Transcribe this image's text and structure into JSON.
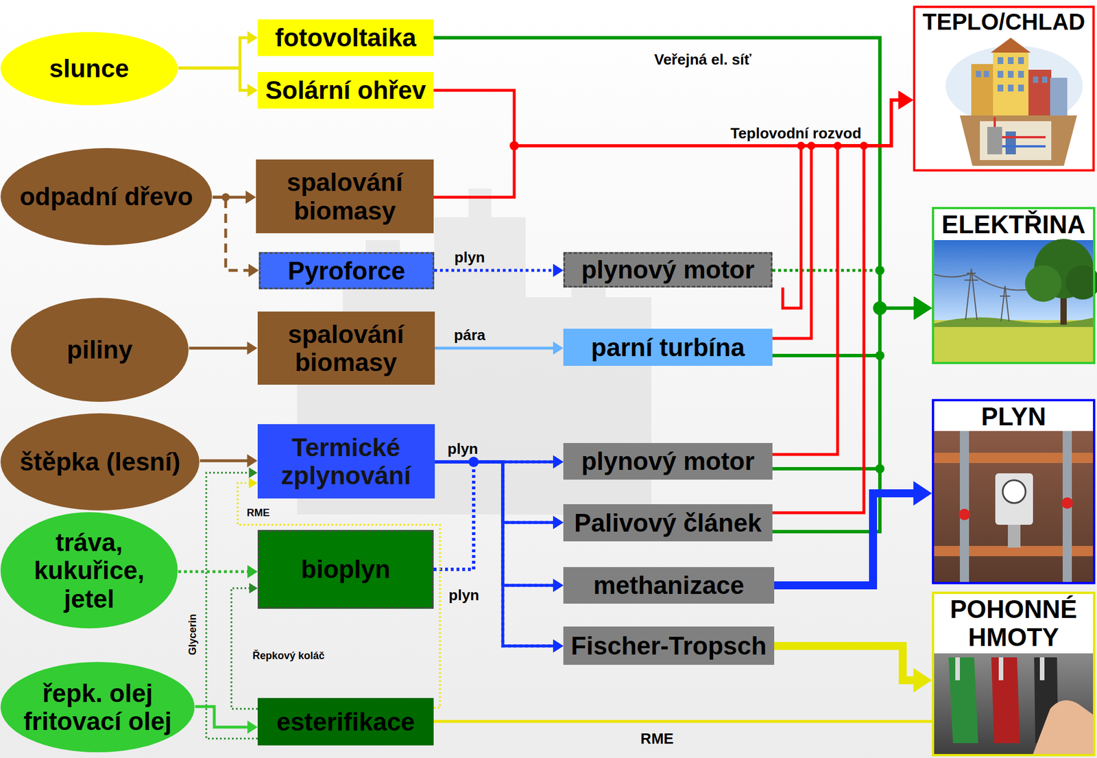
{
  "diagram": {
    "nodes": [
      {
        "text": [
          "slunce"
        ]
      },
      {
        "text": [
          "fotovoltaika"
        ]
      },
      {
        "text": [
          "Solární ohřev"
        ]
      },
      {
        "text": [
          "TEPLO/CHLAD"
        ]
      },
      {
        "text": [
          "odpadní dřevo"
        ]
      },
      {
        "text": [
          "spalování biomasy"
        ]
      },
      {
        "text": [
          "ELEKTŘINA"
        ]
      },
      {
        "text": [
          "Pyroforce"
        ]
      },
      {
        "text": [
          "plynový motor"
        ]
      },
      {
        "text": [
          "piliny"
        ]
      },
      {
        "text": [
          "spalování biomasy"
        ]
      },
      {
        "text": [
          "parní turbína"
        ]
      },
      {
        "text": [
          "PLYN"
        ]
      },
      {
        "text": [
          "štěpka (lesní)"
        ]
      },
      {
        "text": [
          "Termické zplynování"
        ]
      },
      {
        "text": [
          "plynový motor"
        ]
      },
      {
        "text": [
          "Palivový článek"
        ]
      },
      {
        "text": [
          "tráva, kukuřice, jetel"
        ]
      },
      {
        "text": [
          "bioplyn"
        ]
      },
      {
        "text": [
          "methanizace"
        ]
      },
      {
        "text": [
          "POHONNÉ HMOTY"
        ]
      },
      {
        "text": [
          "Fischer-Tropsch"
        ]
      },
      {
        "text": [
          "řepk. olej fritovací olej"
        ]
      },
      {
        "text": [
          "esterifikace"
        ]
      }
    ],
    "edges": [
      {
        "from": 0,
        "to": 1,
        "arrow": "to"
      },
      {
        "from": 0,
        "to": 2,
        "arrow": "to"
      },
      {
        "from": 1,
        "to": 6,
        "arrow": "to"
      },
      {
        "from": 2,
        "to": 3,
        "arrow": "to"
      },
      {
        "from": 4,
        "to": 5,
        "arrow": "to"
      },
      {
        "from": 4,
        "to": 7,
        "arrow": "to"
      },
      {
        "from": 5,
        "to": 3,
        "arrow": "to"
      },
      {
        "from": 7,
        "to": 8,
        "arrow": "to",
        "label": "plyn"
      },
      {
        "from": 8,
        "to": 6,
        "arrow": "to"
      },
      {
        "from": 8,
        "to": 3,
        "arrow": "to"
      },
      {
        "from": 9,
        "to": 10,
        "arrow": "to"
      },
      {
        "from": 10,
        "to": 11,
        "arrow": "to",
        "label": "pára"
      },
      {
        "from": 11,
        "to": 6,
        "arrow": "to"
      },
      {
        "from": 11,
        "to": 3,
        "arrow": "to"
      },
      {
        "from": 13,
        "to": 14,
        "arrow": "to"
      },
      {
        "from": 14,
        "to": 15,
        "arrow": "to",
        "label": "plyn"
      },
      {
        "from": 14,
        "to": 16,
        "arrow": "to"
      },
      {
        "from": 14,
        "to": 19,
        "arrow": "to"
      },
      {
        "from": 14,
        "to": 21,
        "arrow": "to"
      },
      {
        "from": 15,
        "to": 6,
        "arrow": "to"
      },
      {
        "from": 15,
        "to": 3,
        "arrow": "to"
      },
      {
        "from": 16,
        "to": 6,
        "arrow": "to"
      },
      {
        "from": 16,
        "to": 3,
        "arrow": "to"
      },
      {
        "from": 17,
        "to": 18,
        "arrow": "to"
      },
      {
        "from": 18,
        "to": 15,
        "arrow": "to",
        "label": "plyn"
      },
      {
        "from": 18,
        "to": 16,
        "arrow": "to"
      },
      {
        "from": 18,
        "to": 19,
        "arrow": "to"
      },
      {
        "from": 18,
        "to": 21,
        "arrow": "to"
      },
      {
        "from": 19,
        "to": 12,
        "arrow": "to"
      },
      {
        "from": 21,
        "to": 20,
        "arrow": "to"
      },
      {
        "from": 22,
        "to": 23,
        "arrow": "to"
      },
      {
        "from": 23,
        "to": 20,
        "arrow": "none",
        "label": "RME"
      },
      {
        "from": 23,
        "to": 14,
        "arrow": "to",
        "label": "RME"
      },
      {
        "from": 23,
        "to": 14,
        "arrow": "to",
        "label": "Glycerin"
      },
      {
        "from": 23,
        "to": 18,
        "arrow": "to",
        "label": "Řepkový koláč"
      }
    ],
    "labels": [
      "Veřejná el. síť",
      "Teplovodní rozvod"
    ]
  }
}
